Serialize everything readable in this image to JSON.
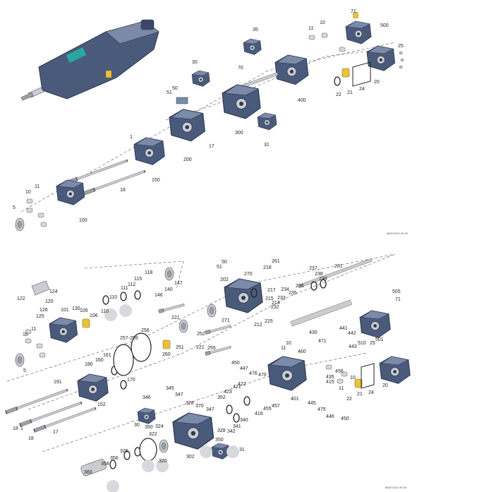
{
  "colors": {
    "housing": "#4a5a7a",
    "housing_dark": "#2f3a52",
    "housing_light": "#7a8aa8",
    "steel": "#c9ccd1",
    "brass": "#e8c23a",
    "seal": "#222222",
    "leader": "#333333"
  },
  "figure_codes": {
    "top": "8840 0510 00 00",
    "bottom": "8840 0510 99 00"
  },
  "labels": {
    "top": [
      "71",
      "500",
      "35",
      "11",
      "10",
      "25",
      "30",
      "70",
      "50",
      "51",
      "400",
      "22",
      "21",
      "24",
      "20",
      "300",
      "17",
      "200",
      "31",
      "1",
      "150",
      "18",
      "11",
      "10",
      "5",
      "100"
    ],
    "bottom": [
      "50",
      "51",
      "261",
      "270",
      "218",
      "237",
      "231",
      "238",
      "239",
      "118",
      "202",
      "217",
      "236",
      "234",
      "235",
      "115",
      "147",
      "233",
      "215",
      "214",
      "140",
      "124",
      "112",
      "146",
      "505",
      "71",
      "122",
      "120",
      "111",
      "110",
      "126",
      "125",
      "101",
      "130",
      "105",
      "106",
      "232",
      "225",
      "212",
      "271",
      "430",
      "110",
      "221",
      "441",
      "442",
      "256",
      "510",
      "501",
      "10",
      "11",
      "252",
      "257-259",
      "255",
      "471",
      "443",
      "5",
      "251",
      "260",
      "221",
      "10",
      "460",
      "11",
      "161",
      "180",
      "160",
      "450",
      "447",
      "476",
      "470",
      "191",
      "170",
      "456",
      "435",
      "415",
      "25",
      "20",
      "152",
      "346",
      "345",
      "347",
      "422",
      "423",
      "421",
      "10",
      "457",
      "24",
      "21",
      "22",
      "445",
      "475",
      "11",
      "401",
      "18",
      "1",
      "18",
      "17",
      "30",
      "370",
      "352",
      "416",
      "455",
      "446",
      "450",
      "350",
      "328",
      "347",
      "342",
      "341",
      "340",
      "328",
      "324",
      "322",
      "320",
      "302",
      "31",
      "326",
      "350",
      "358",
      "356",
      "360"
    ]
  }
}
